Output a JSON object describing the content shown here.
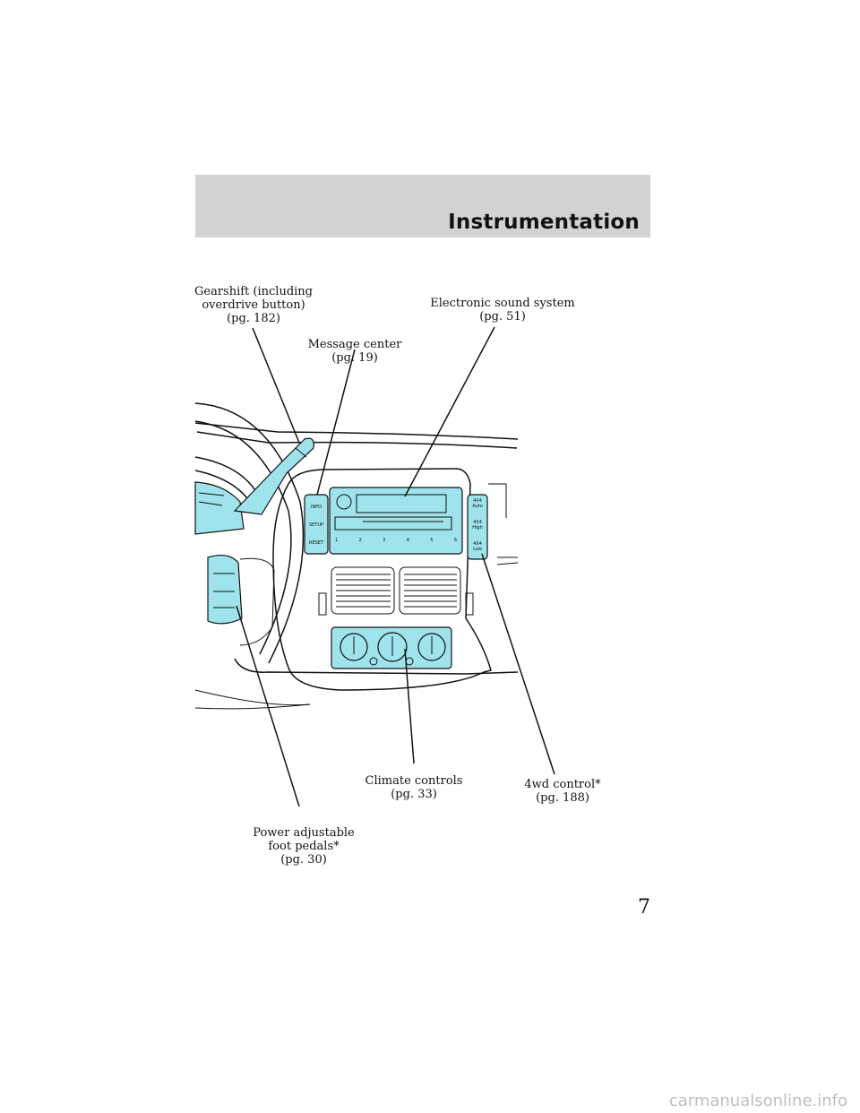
{
  "header": {
    "title": "Instrumentation"
  },
  "callouts": {
    "gearshift": "Gearshift (including\noverdrive button)\n(pg. 182)",
    "message_center": "Message center\n(pg. 19)",
    "sound_system": "Electronic sound system\n(pg. 51)",
    "climate": "Climate controls\n(pg. 33)",
    "four_wd": "4wd control*\n(pg. 188)",
    "pedals": "Power adjustable\nfoot pedals*\n(pg. 30)"
  },
  "message_center_buttons": [
    "INFO",
    "SETUP",
    "RESET"
  ],
  "four_wd_buttons": [
    {
      "line1": "4X4",
      "line2": "Auto"
    },
    {
      "line1": "4X4",
      "line2": "High"
    },
    {
      "line1": "4X4",
      "line2": "Low"
    }
  ],
  "radio_presets": [
    "1",
    "2",
    "3",
    "4",
    "5",
    "6"
  ],
  "page_number": "7",
  "watermark": "carmanualsonline.info",
  "colors": {
    "illustration_highlight": "#9fe4ec",
    "header_band": "#d3d3d3"
  }
}
